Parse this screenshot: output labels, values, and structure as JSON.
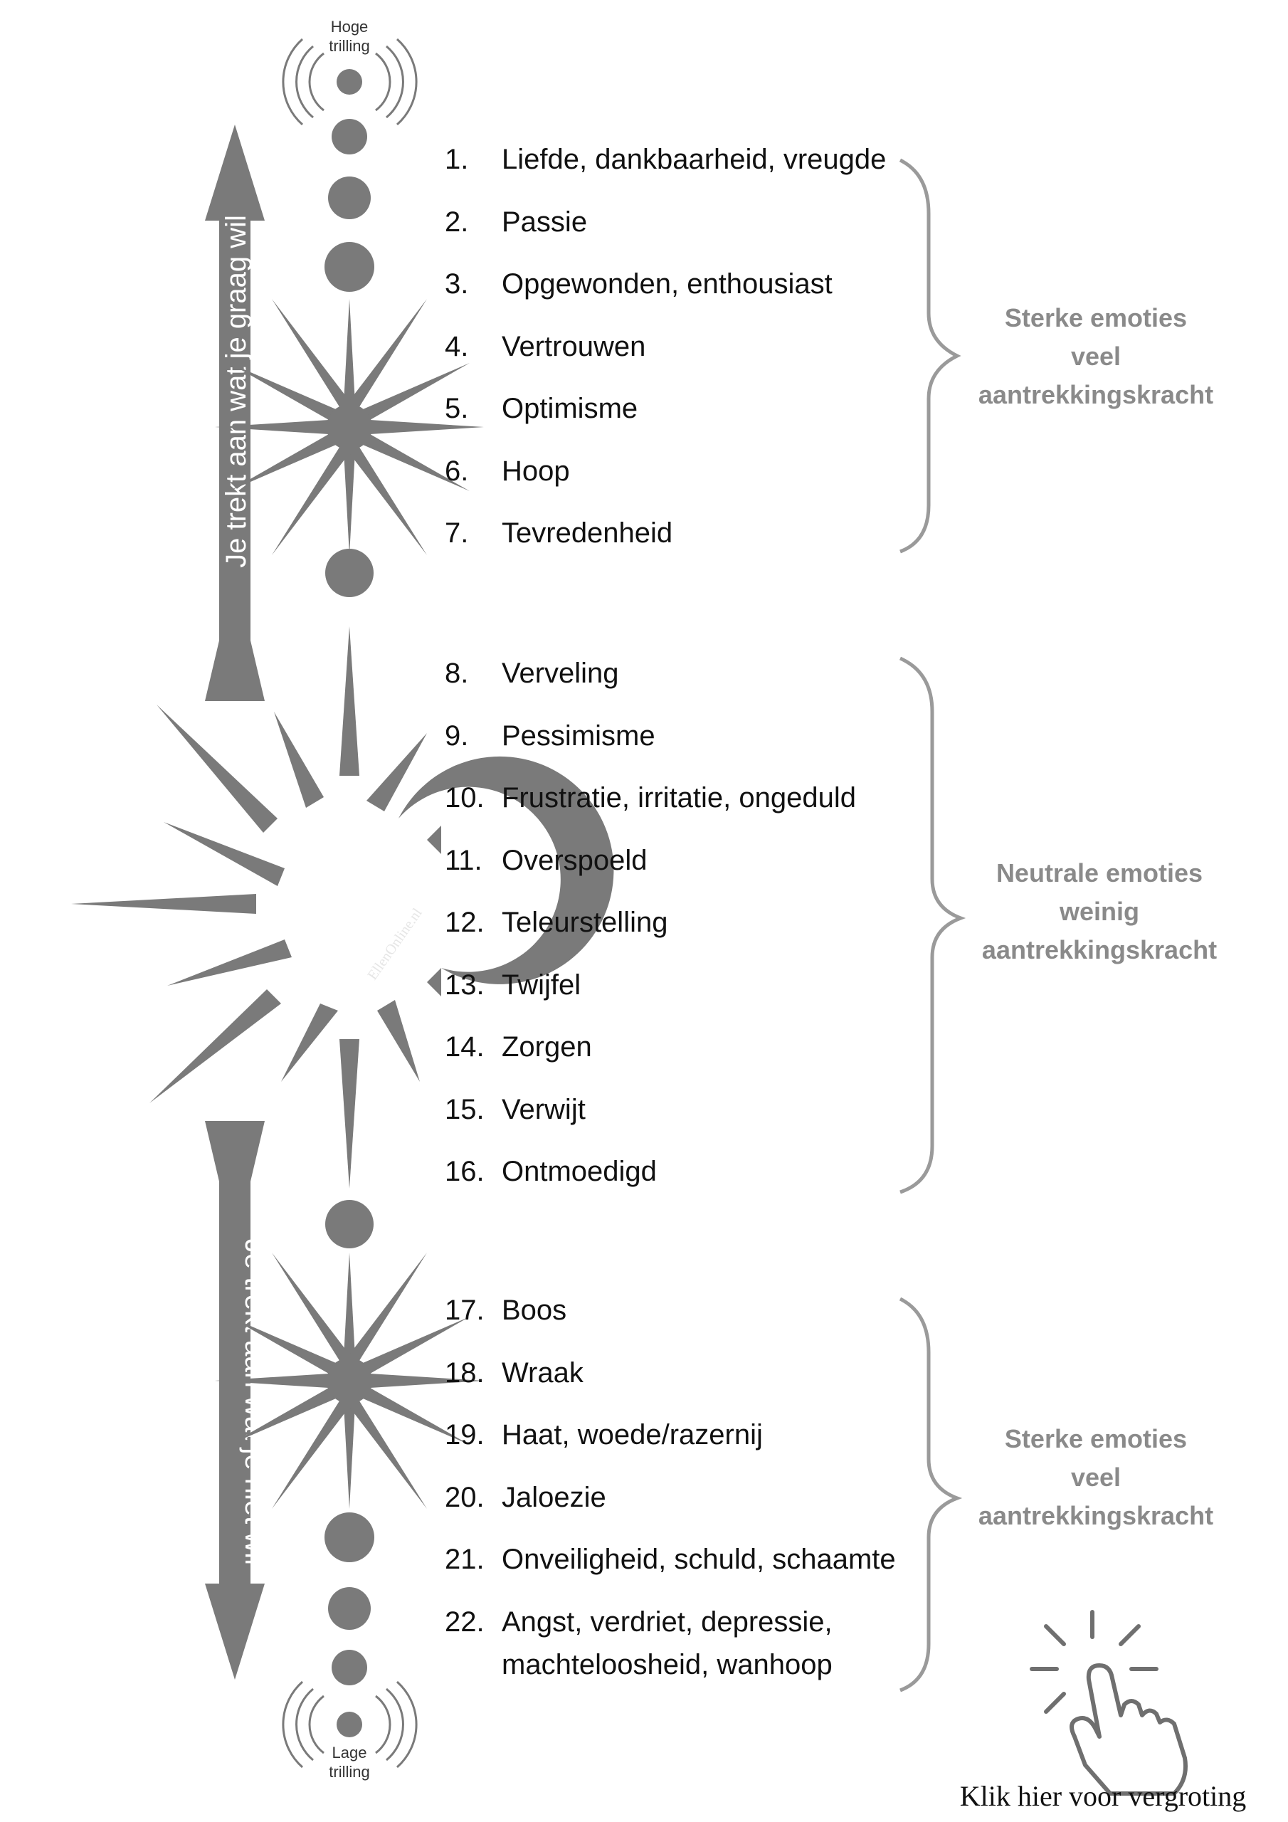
{
  "colors": {
    "shape": "#7a7a7a",
    "bracket": "#9a9a9a",
    "group_text": "#8a8a8a"
  },
  "top_label": {
    "line1": "Hoge",
    "line2": "trilling"
  },
  "bottom_label": {
    "line1": "Lage",
    "line2": "trilling"
  },
  "arrow_up_text": "Je trekt aan wat je graag wil",
  "arrow_down_text": "Je trekt aan wat je niet wil",
  "watermark": "EllenOnline.nl",
  "emotions": [
    {
      "num": "1.",
      "text": "Liefde, dankbaarheid, vreugde"
    },
    {
      "num": "2.",
      "text": "Passie"
    },
    {
      "num": "3.",
      "text": "Opgewonden, enthousiast"
    },
    {
      "num": "4.",
      "text": "Vertrouwen"
    },
    {
      "num": "5.",
      "text": "Optimisme"
    },
    {
      "num": "6.",
      "text": "Hoop"
    },
    {
      "num": "7.",
      "text": "Tevredenheid"
    },
    {
      "num": "8.",
      "text": "Verveling"
    },
    {
      "num": "9.",
      "text": "Pessimisme"
    },
    {
      "num": "10.",
      "text": "Frustratie, irritatie, ongeduld"
    },
    {
      "num": "11.",
      "text": "Overspoeld"
    },
    {
      "num": "12.",
      "text": "Teleurstelling"
    },
    {
      "num": "13.",
      "text": "Twijfel"
    },
    {
      "num": "14.",
      "text": "Zorgen"
    },
    {
      "num": "15.",
      "text": "Verwijt"
    },
    {
      "num": "16.",
      "text": "Ontmoedigd"
    },
    {
      "num": "17.",
      "text": "Boos"
    },
    {
      "num": "18.",
      "text": "Wraak"
    },
    {
      "num": "19.",
      "text": "Haat, woede/razernij"
    },
    {
      "num": "20.",
      "text": "Jaloezie"
    },
    {
      "num": "21.",
      "text": "Onveiligheid, schuld, schaamte"
    },
    {
      "num": "22.",
      "text": "Angst, verdriet, depressie,"
    },
    {
      "num": "",
      "text": "machteloosheid, wanhoop"
    }
  ],
  "groups": [
    {
      "line1": "Sterke emoties",
      "line2": "veel",
      "line3": "aantrekkingskracht"
    },
    {
      "line1": "Neutrale emoties",
      "line2": "weinig",
      "line3": "aantrekkingskracht"
    },
    {
      "line1": "Sterke emoties",
      "line2": "veel",
      "line3": "aantrekkingskracht"
    }
  ],
  "zoom_link": "Klik hier voor vergroting"
}
